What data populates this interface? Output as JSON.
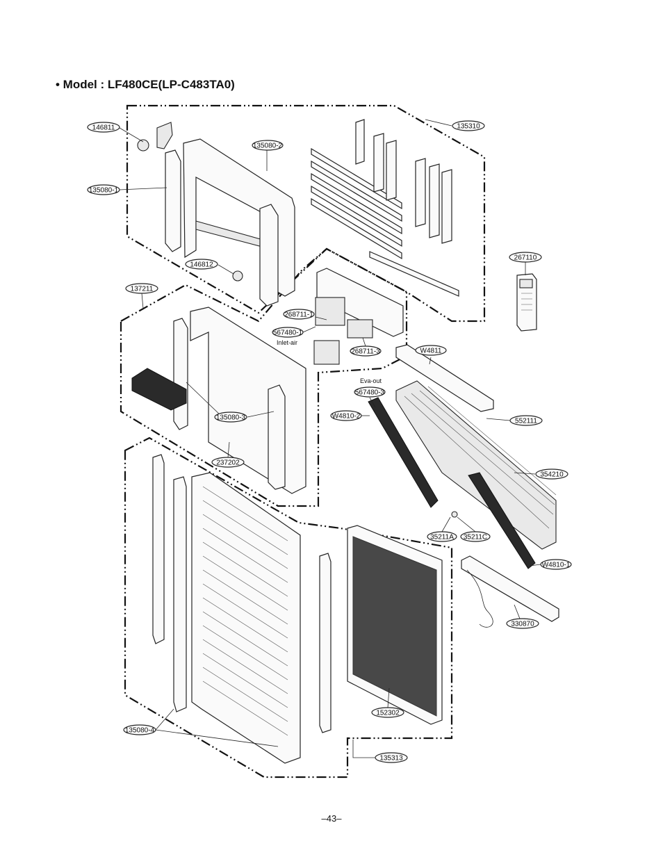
{
  "title": "• Model : LF480CE(LP-C483TA0)",
  "page_number": "–43–",
  "notes": {
    "inlet_air": "Inlet-air",
    "eva_out": "Eva-out"
  },
  "part_labels": [
    "146811",
    "135080-2",
    "135310",
    "135080-1",
    "267110",
    "146812",
    "137211",
    "268711-1",
    "567480-1",
    "268711-3",
    "W4811",
    "567480-3",
    "W4810-2",
    "552111",
    "135080-3",
    "237202",
    "354210",
    "35211A",
    "35211C",
    "W4810-1",
    "330870",
    "152302",
    "135080-4",
    "135313"
  ]
}
